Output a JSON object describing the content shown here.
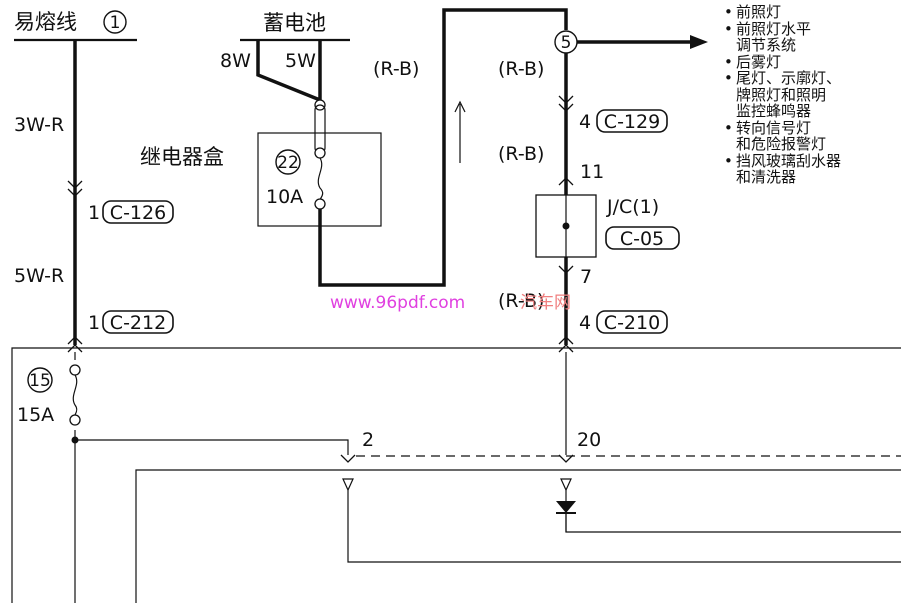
{
  "title_fusible": "易熔线",
  "fusible_no": "1",
  "battery_label": "蓄电池",
  "battery_8w": "8W",
  "battery_5w": "5W",
  "wire_3wr": "3W-R",
  "wire_5wr": "5W-R",
  "rb_1": "(R-B)",
  "rb_2": "(R-B)",
  "rb_3": "(R-B)",
  "rb_4": "(R-B)",
  "relay_box_label": "继电器盒",
  "fuse_22_no": "22",
  "fuse_22_rating": "10A",
  "fuse_15_no": "15",
  "fuse_15_rating": "15A",
  "junction_5": "5",
  "conn_c126_pin": "1",
  "conn_c126": "C-126",
  "conn_c212_pin": "1",
  "conn_c212": "C-212",
  "conn_c129_pin": "4",
  "conn_c129": "C-129",
  "pin_11": "11",
  "jc_label": "J/C(1)",
  "conn_c05": "C-05",
  "pin_7": "7",
  "conn_c210_pin": "4",
  "conn_c210": "C-210",
  "pin_2": "2",
  "pin_20": "20",
  "watermark_url": "www.96pdf.com",
  "watermark_cn": "汽车网",
  "legend": [
    "前照灯",
    "前照灯水平\n调节系统",
    "后雾灯",
    "尾灯、示廓灯、\n牌照灯和照明\n监控蜂鸣器",
    "转向信号灯\n和危险报警灯",
    "挡风玻璃刮水器\n和清洗器"
  ],
  "colors": {
    "line": "#111111",
    "watermark": "#e040e0"
  }
}
